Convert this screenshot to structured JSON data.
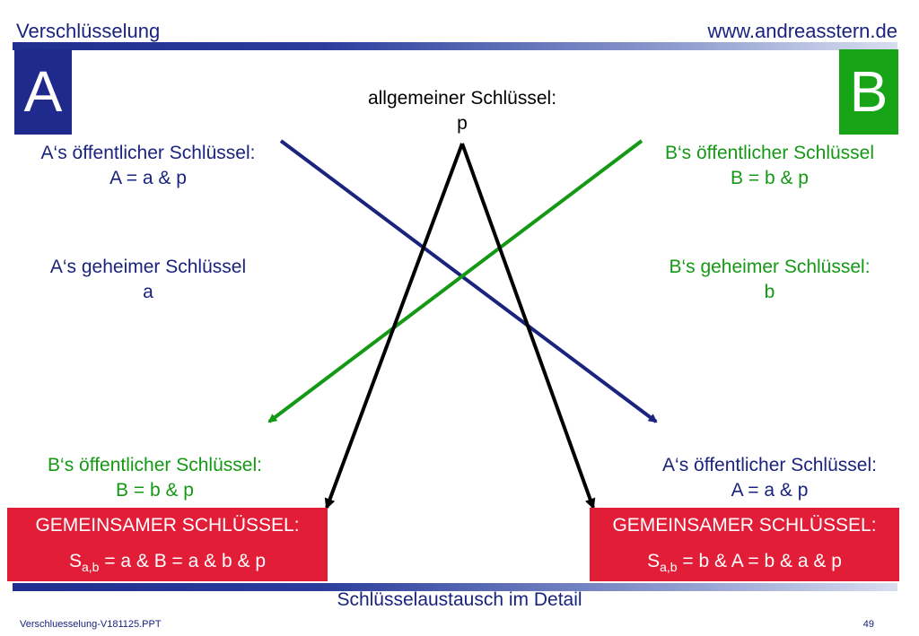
{
  "header": {
    "title": "Verschlüsselung",
    "url": "www.andreasstern.de"
  },
  "party_a": {
    "letter": "A"
  },
  "party_b": {
    "letter": "B"
  },
  "general_key": {
    "label": "allgemeiner Schlüssel:",
    "value": "p"
  },
  "a_public": {
    "label": "A‘s öffentlicher Schlüssel:",
    "formula": "A = a & p"
  },
  "a_secret": {
    "label": "A‘s geheimer Schlüssel",
    "value": "a"
  },
  "b_public": {
    "label": "B‘s öffentlicher Schlüssel",
    "formula": "B = b & p"
  },
  "b_secret": {
    "label": "B‘s geheimer Schlüssel:",
    "value": "b"
  },
  "received_by_a": {
    "label": "B‘s öffentlicher Schlüssel:",
    "formula": "B = b & p"
  },
  "received_by_b": {
    "label": "A‘s öffentlicher Schlüssel:",
    "formula": "A = a & p"
  },
  "shared_a": {
    "title": "GEMEINSAMER SCHLÜSSEL:",
    "symbol": "S",
    "subscript": "a,b",
    "formula": " = a & B = a & b & p"
  },
  "shared_b": {
    "title": "GEMEINSAMER SCHLÜSSEL:",
    "symbol": "S",
    "subscript": "a,b",
    "formula": " = b & A = b & a & p"
  },
  "footer": {
    "title": "Schlüsselaustausch im Detail",
    "file": "Verschluesselung-V181125.PPT",
    "page": "49"
  },
  "colors": {
    "navy": "#1a237e",
    "green": "#139913",
    "red": "#e21d37",
    "black": "#000000"
  }
}
